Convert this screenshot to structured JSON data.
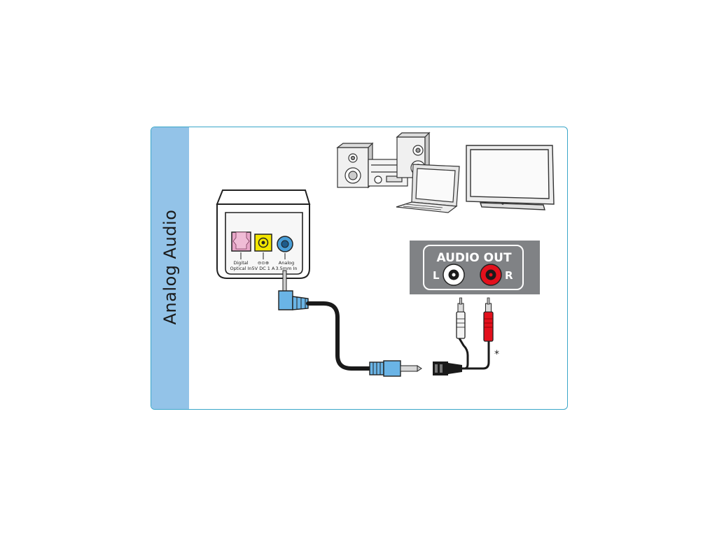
{
  "section": {
    "title": "Analog Audio"
  },
  "device": {
    "ports": [
      {
        "name": "digital-optical",
        "line1": "Digital",
        "line2": "Optical In"
      },
      {
        "name": "power",
        "line1": "⊖⊙⊕",
        "line2": "5V DC  1 A"
      },
      {
        "name": "analog",
        "line1": "Analog",
        "line2": "3.5mm In"
      }
    ]
  },
  "audio_out": {
    "title": "AUDIO OUT",
    "left_label": "L",
    "right_label": "R"
  },
  "footnote_mark": "*",
  "colors": {
    "panel_border": "#3aa6c8",
    "side_bar": "#93c3e8",
    "optical_port": "#e8a6c8",
    "power_port": "#f3e600",
    "analog_port": "#4a9fd8",
    "jack_blue": "#6ab4e6",
    "audio_out_bg": "#808285",
    "rca_red": "#e3101c",
    "cable": "#1a1a1a"
  },
  "icons": [
    "stereo-system-icon",
    "laptop-icon",
    "tv-icon"
  ]
}
